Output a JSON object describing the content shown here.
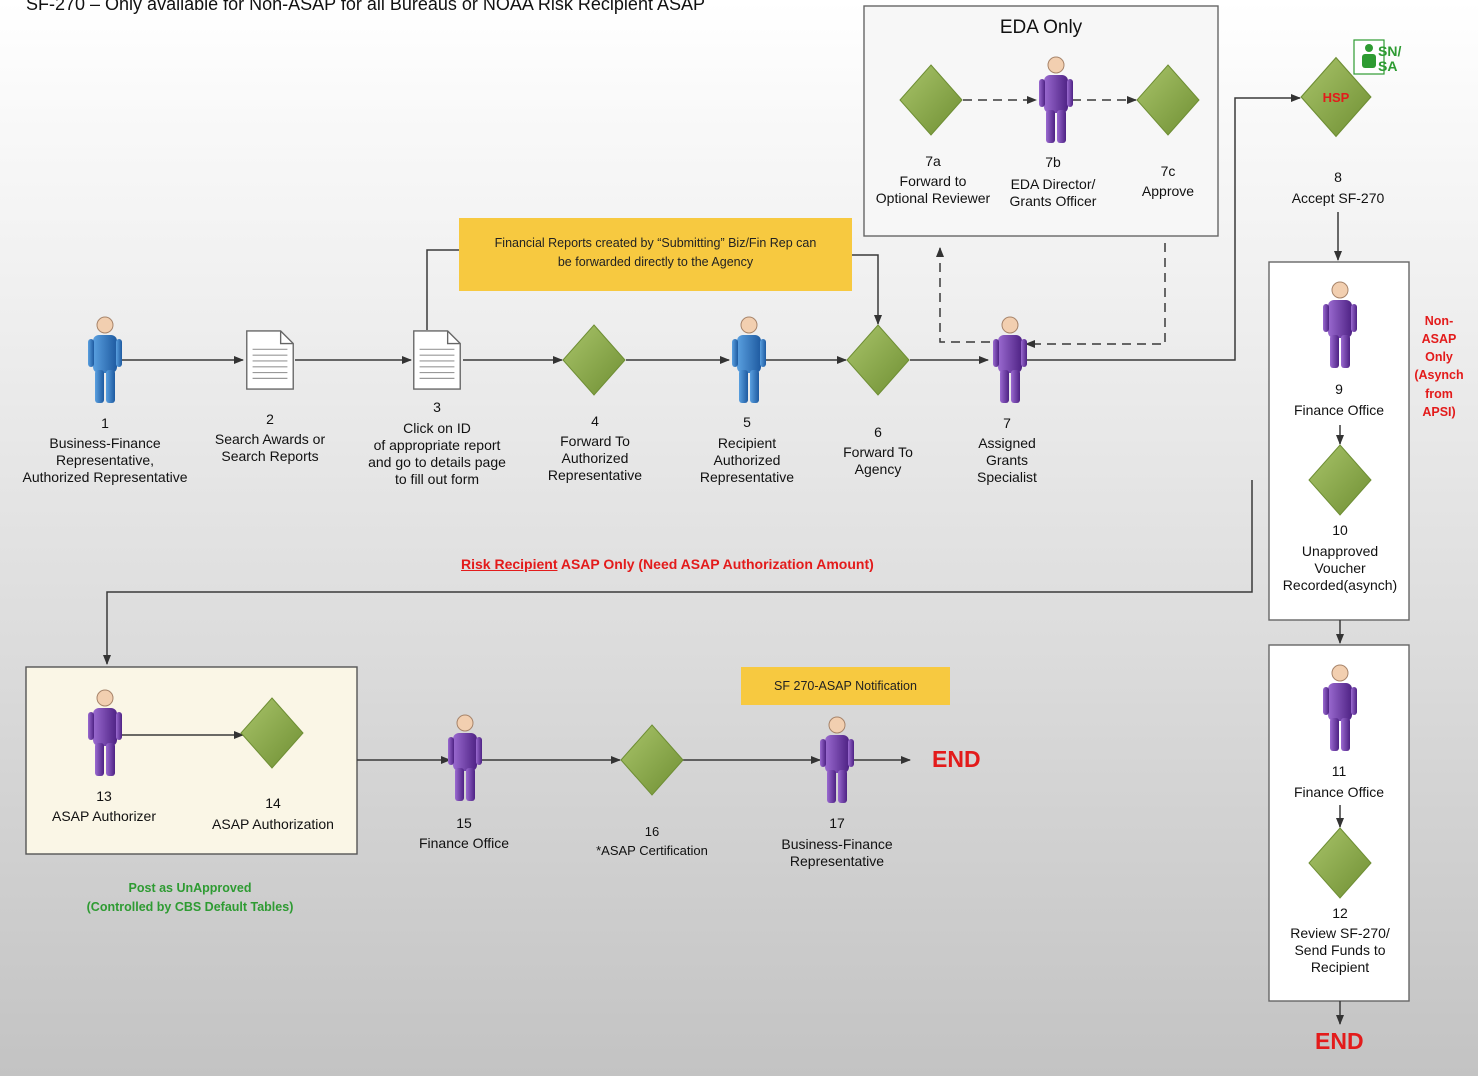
{
  "title": "SF-270 – Only available for Non-ASAP for all Bureaus or NOAA Risk Recipient ASAP",
  "colors": {
    "arrow": "#3a3a3a",
    "diamond": "#8aab45",
    "person_blue": "#2f74c0",
    "person_purple": "#6a36a0",
    "note": "#f7c940",
    "red": "#e31b1b",
    "green": "#2e9b32"
  },
  "eda_box": {
    "title": "EDA Only"
  },
  "steps": {
    "s1": {
      "num": "1",
      "label": "Business-Finance\nRepresentative,\nAuthorized Representative"
    },
    "s2": {
      "num": "2",
      "label": "Search Awards or\nSearch Reports"
    },
    "s3": {
      "num": "3",
      "label": "Click on ID\nof appropriate report\nand go to details page\nto fill out form"
    },
    "s4": {
      "num": "4",
      "label": "Forward To\nAuthorized\nRepresentative"
    },
    "s5": {
      "num": "5",
      "label": "Recipient\nAuthorized\nRepresentative"
    },
    "s6": {
      "num": "6",
      "label": "Forward To\nAgency"
    },
    "s7": {
      "num": "7",
      "label": "Assigned\nGrants\nSpecialist"
    },
    "s7a": {
      "num": "7a",
      "label": "Forward to\nOptional Reviewer"
    },
    "s7b": {
      "num": "7b",
      "label": "EDA Director/\nGrants Officer"
    },
    "s7c": {
      "num": "7c",
      "label": "Approve"
    },
    "s8": {
      "num": "8",
      "label": "Accept SF-270"
    },
    "s9": {
      "num": "9",
      "label": "Finance Office"
    },
    "s10": {
      "num": "10",
      "label": "Unapproved\nVoucher\nRecorded(asynch)"
    },
    "s11": {
      "num": "11",
      "label": "Finance Office"
    },
    "s12": {
      "num": "12",
      "label": "Review SF-270/\nSend Funds to\nRecipient"
    },
    "s13": {
      "num": "13",
      "label": "ASAP Authorizer"
    },
    "s14": {
      "num": "14",
      "label": "ASAP Authorization"
    },
    "s15": {
      "num": "15",
      "label": "Finance Office"
    },
    "s16": {
      "num": "16",
      "label": "*ASAP Certification"
    },
    "s17": {
      "num": "17",
      "label": "Business-Finance\nRepresentative"
    }
  },
  "notes": {
    "financial": "Financial Reports created by “Submitting” Biz/Fin Rep can\nbe forwarded directly to the Agency",
    "asap_notification": "SF 270-ASAP Notification"
  },
  "labels": {
    "hsp": "HSP",
    "snsa": "SN/\nSA",
    "non_asap": "Non-\nASAP\nOnly\n(Asynch\nfrom\nAPSI)",
    "risk_recipient_link": "Risk Recipient",
    "risk_recipient_rest": " ASAP Only (Need ASAP Authorization Amount)",
    "post_unapproved": "Post as UnApproved\n(Controlled by CBS Default Tables)",
    "end": "END"
  }
}
